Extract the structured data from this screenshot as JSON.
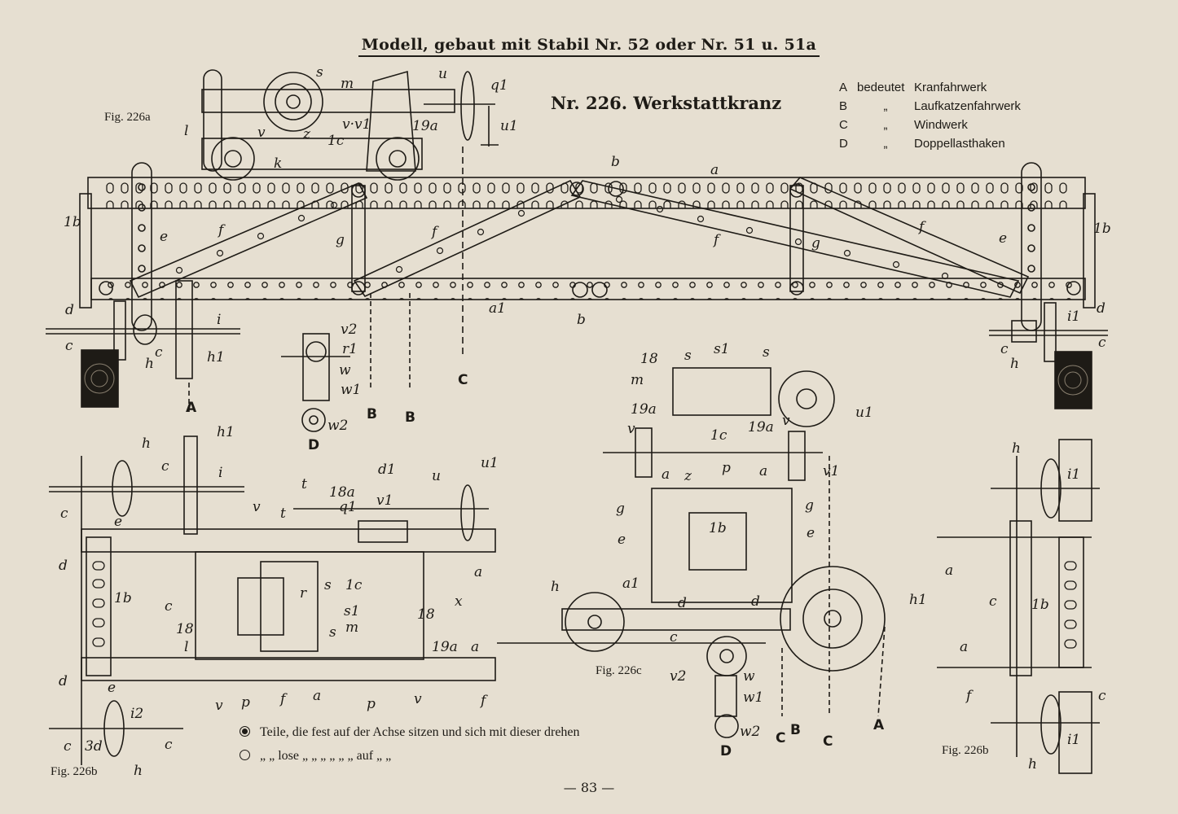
{
  "header": "Modell, gebaut mit Stabil Nr. 52 oder Nr. 51 u. 51a",
  "title": "Nr. 226.   Werkstattkranz",
  "legend": [
    {
      "key": "A",
      "prefix": "bedeutet",
      "text": "Kranfahrwerk"
    },
    {
      "key": "B",
      "prefix": "„",
      "text": "Laufkatzenfahrwerk"
    },
    {
      "key": "C",
      "prefix": "„",
      "text": "Windwerk"
    },
    {
      "key": "D",
      "prefix": "„",
      "text": "Doppellasthaken"
    }
  ],
  "figures": {
    "fig_a": "Fig. 226a",
    "fig_b_left": "Fig. 226b",
    "fig_c": "Fig. 226c",
    "fig_b_right": "Fig. 226b"
  },
  "notes": {
    "fixed": "Teile, die fest auf der Achse sitzen und sich mit dieser drehen",
    "loose": "„   „  lose  „   „   „   „   „   „  auf  „    „"
  },
  "page_number": "— 83 —",
  "labels": {
    "main": [
      "a",
      "b",
      "b",
      "a1",
      "1b",
      "1b",
      "e",
      "e",
      "f",
      "f",
      "f",
      "f",
      "g",
      "g",
      "d",
      "d",
      "c",
      "c",
      "c",
      "c",
      "h",
      "h",
      "h1",
      "i",
      "i1",
      "v2",
      "r1",
      "w",
      "w1",
      "w2"
    ],
    "fig_a": [
      "l",
      "s",
      "m",
      "u",
      "q1",
      "u1",
      "v",
      "v·v1",
      "z",
      "1c",
      "19a",
      "k"
    ],
    "fig_b": [
      "h",
      "h1",
      "i",
      "u",
      "u1",
      "d1",
      "t",
      "t",
      "18a",
      "q1",
      "v1",
      "v",
      "e",
      "c",
      "c",
      "d",
      "d",
      "1b",
      "c",
      "18",
      "18",
      "r",
      "s",
      "s1",
      "m",
      "s",
      "1c",
      "19a",
      "a",
      "a",
      "l",
      "x",
      "v",
      "v",
      "p",
      "p",
      "f",
      "f",
      "a",
      "e",
      "i2",
      "3d",
      "c",
      "c",
      "h"
    ],
    "fig_c": [
      "18",
      "m",
      "19a",
      "s",
      "s1",
      "s",
      "u1",
      "v",
      "v",
      "1c",
      "19a",
      "v1",
      "a",
      "z",
      "p",
      "a",
      "g",
      "g",
      "e",
      "e",
      "1b",
      "a1",
      "h",
      "h1",
      "d",
      "d",
      "c",
      "v2",
      "w",
      "w1",
      "w2"
    ],
    "fig_b_right": [
      "h",
      "i1",
      "a",
      "c",
      "1b",
      "a",
      "f",
      "c",
      "i1",
      "h"
    ],
    "arrows": [
      "A",
      "B",
      "B",
      "C",
      "D",
      "D",
      "B",
      "C",
      "C",
      "A"
    ]
  }
}
